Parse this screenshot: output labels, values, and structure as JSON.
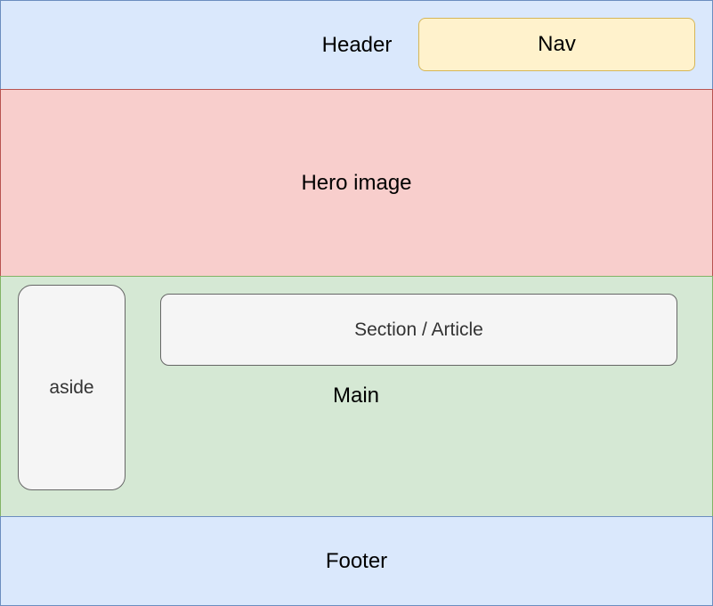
{
  "header": {
    "label": "Header"
  },
  "nav": {
    "label": "Nav"
  },
  "hero": {
    "label": "Hero image"
  },
  "main": {
    "label": "Main"
  },
  "aside": {
    "label": "aside"
  },
  "section": {
    "label": "Section / Article"
  },
  "footer": {
    "label": "Footer"
  },
  "colors": {
    "header_fill": "#dae8fc",
    "header_stroke": "#6c8ebf",
    "nav_fill": "#fff2cc",
    "nav_stroke": "#d6b656",
    "hero_fill": "#f8cecc",
    "hero_stroke": "#b85450",
    "main_fill": "#d5e8d4",
    "main_stroke": "#82b366",
    "inner_fill": "#f5f5f5",
    "inner_stroke": "#666666",
    "footer_fill": "#dae8fc",
    "footer_stroke": "#6c8ebf"
  }
}
